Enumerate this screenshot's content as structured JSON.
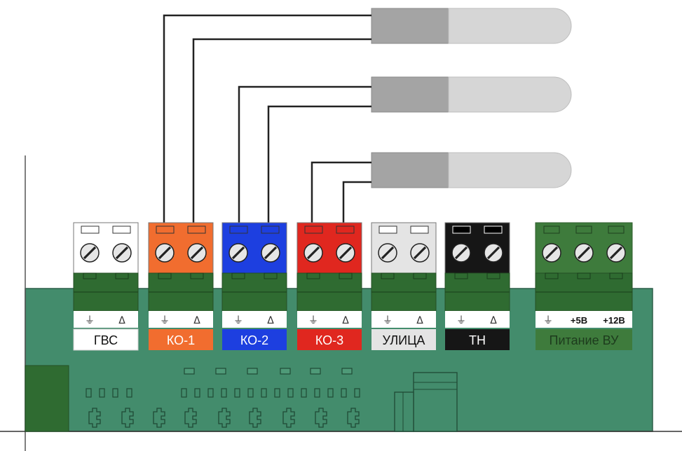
{
  "terminals": [
    {
      "id": "gvs",
      "label": "ГВС",
      "color": "#ffffff",
      "label_bg": "#ffffff",
      "label_color": "#111111",
      "marks": [
        "⏚",
        "Δ"
      ]
    },
    {
      "id": "ko1",
      "label": "КО-1",
      "color": "#f16d2f",
      "label_bg": "#f16d2f",
      "label_color": "#ffffff",
      "marks": [
        "⏚",
        "Δ"
      ]
    },
    {
      "id": "ko2",
      "label": "КО-2",
      "color": "#1d3fe0",
      "label_bg": "#1d3fe0",
      "label_color": "#ffffff",
      "marks": [
        "⏚",
        "Δ"
      ]
    },
    {
      "id": "ko3",
      "label": "КО-3",
      "color": "#e0271f",
      "label_bg": "#e0271f",
      "label_color": "#ffffff",
      "marks": [
        "⏚",
        "Δ"
      ]
    },
    {
      "id": "ulitsa",
      "label": "УЛИЦА",
      "color": "#e4e4e4",
      "label_bg": "#e4e4e4",
      "label_color": "#111111",
      "marks": [
        "⏚",
        "Δ"
      ]
    },
    {
      "id": "tn",
      "label": "ТН",
      "color": "#161616",
      "label_bg": "#161616",
      "label_color": "#ffffff",
      "marks": [
        "⏚",
        "Δ"
      ]
    }
  ],
  "power": {
    "label": "Питание ВУ",
    "color": "#3e7b3c",
    "label_bg": "#3e7b3c",
    "label_color": "#1d3b1d",
    "marks": [
      "⏚",
      "+5В",
      "+12В"
    ]
  },
  "colors": {
    "board": "#438c6c",
    "connector_green": "#2f6b31",
    "probe_dark": "#a4a4a4",
    "probe_light": "#d6d6d6",
    "wire": "#222222"
  }
}
